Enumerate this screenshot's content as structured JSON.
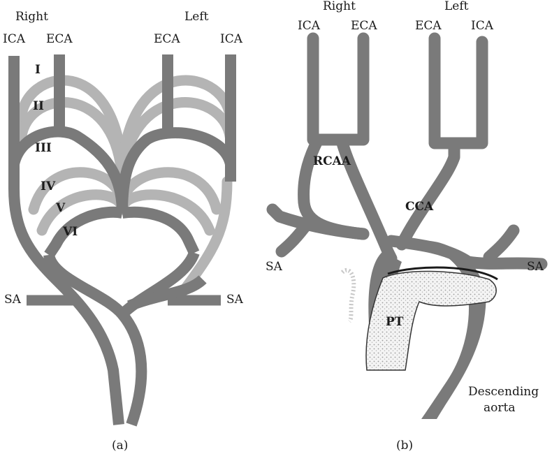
{
  "panel_a": {
    "side_right": "Right",
    "side_left": "Left",
    "vessels": {
      "ica_right": "ICA",
      "eca_right": "ECA",
      "eca_left": "ECA",
      "ica_left": "ICA",
      "sa_right": "SA",
      "sa_left": "SA"
    },
    "arches": [
      "I",
      "II",
      "III",
      "IV",
      "V",
      "VI"
    ],
    "caption": "(a)"
  },
  "panel_b": {
    "side_right": "Right",
    "side_left": "Left",
    "vessels": {
      "ica_right": "ICA",
      "eca_right": "ECA",
      "eca_left": "ECA",
      "ica_left": "ICA",
      "sa_right": "SA",
      "sa_left": "SA"
    },
    "rcaa": "RCAA",
    "cca": "CCA",
    "pt": "PT",
    "descending_1": "Descending",
    "descending_2": "aorta",
    "caption": "(b)"
  },
  "colors": {
    "dark_vessel": "#7a7a7a",
    "light_vessel": "#b4b4b4",
    "outline": "#333333"
  }
}
